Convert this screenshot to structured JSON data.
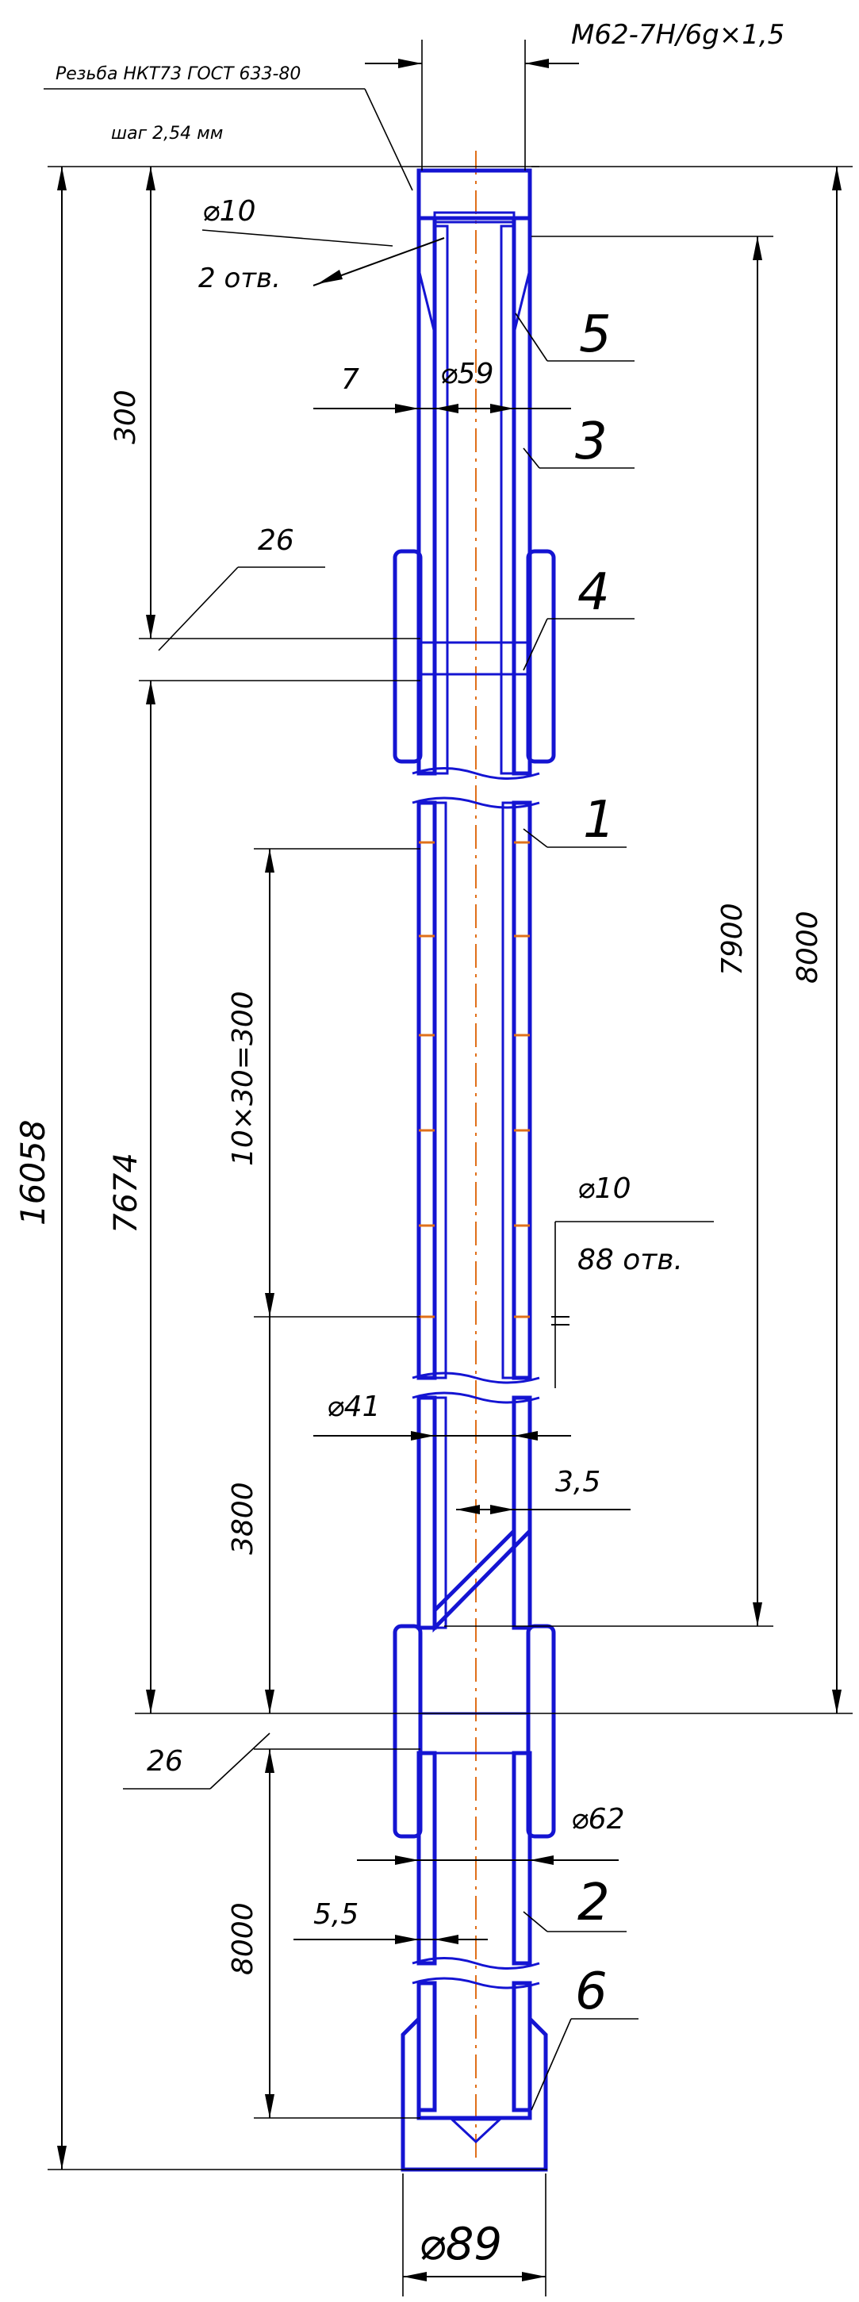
{
  "thread_label": "Резьба НКТ73 ГОСТ 633-80",
  "thread_pitch": "шаг 2,54 мм",
  "top_thread": "M62-7H/6g×1,5",
  "hole_top_dia": "⌀10",
  "hole_top_count": "2 отв.",
  "dim_300": "300",
  "dim_7": "7",
  "dim_d59": "⌀59",
  "dim_26_top": "26",
  "dim_7674": "7674",
  "dim_16058": "16058",
  "dim_10x30": "10×30=300",
  "hole_mid_dia": "⌀10",
  "hole_mid_count": "88 отв.",
  "dim_d41": "⌀41",
  "dim_3_5": "3,5",
  "dim_3800": "3800",
  "dim_7900": "7900",
  "dim_8000_right": "8000",
  "dim_26_bottom": "26",
  "dim_d62": "⌀62",
  "dim_5_5": "5,5",
  "dim_8000_left": "8000",
  "dim_d89": "⌀89",
  "callouts": [
    "1",
    "2",
    "3",
    "4",
    "5",
    "6"
  ]
}
